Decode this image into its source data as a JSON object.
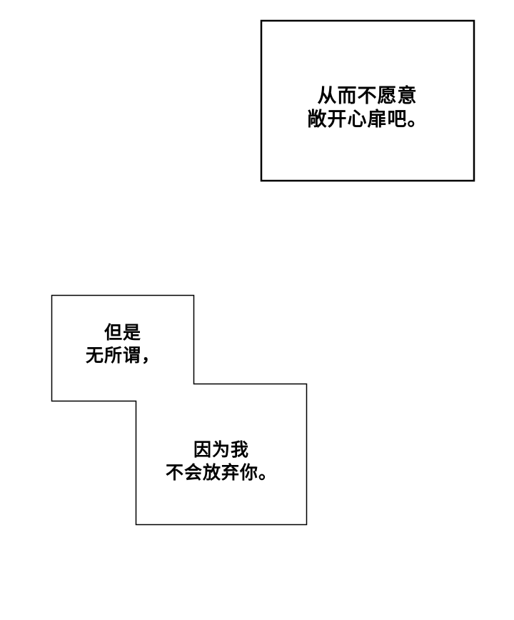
{
  "page": {
    "background_color": "#ffffff",
    "outline_color": "#000000"
  },
  "bubbles": [
    {
      "id": "bubble-top",
      "lines": [
        "从而不愿意",
        "敞开心扉吧。"
      ]
    },
    {
      "id": "bubble-middle",
      "lines": [
        "但是",
        "无所谓，"
      ]
    },
    {
      "id": "bubble-bottom",
      "lines": [
        "因为我",
        "不会放弃你。"
      ]
    }
  ]
}
